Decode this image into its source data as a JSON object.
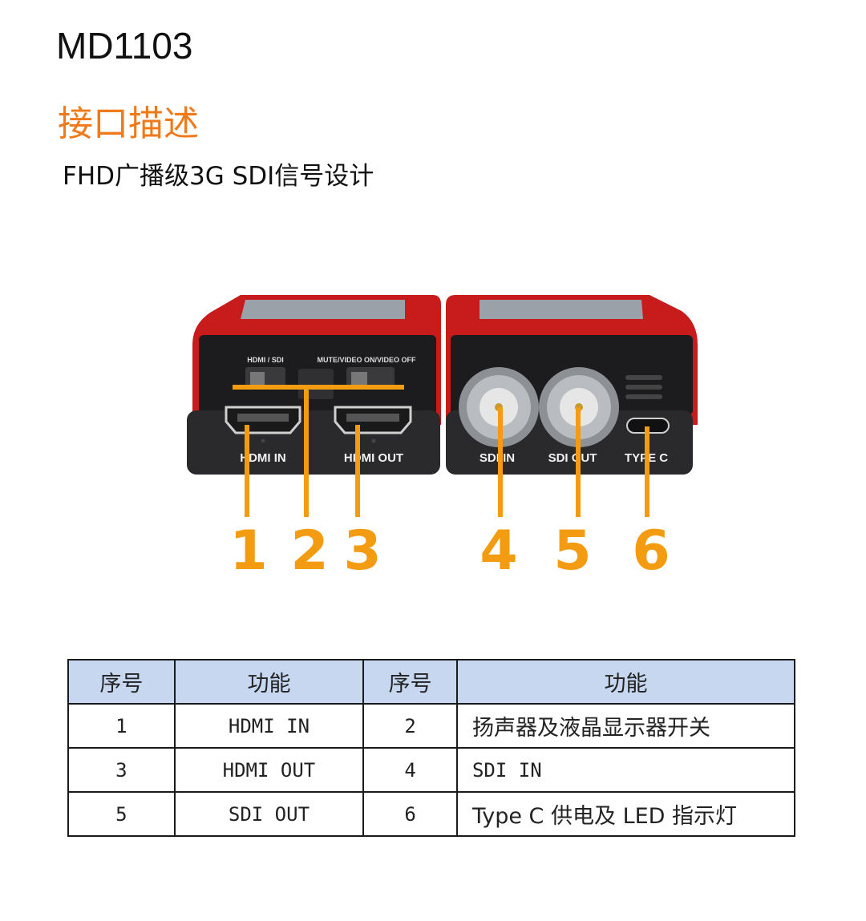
{
  "header": {
    "model": "MD1103",
    "section_title": "接口描述",
    "subtitle": "FHD广播级3G SDI信号设计"
  },
  "device": {
    "left_panel": {
      "switch_label_1": "HDMI / SDI",
      "switch_label_2": "MUTE/VIDEO ON/VIDEO OFF",
      "port_1": "HDMI IN",
      "port_2": "HDMI OUT"
    },
    "right_panel": {
      "port_1": "SDI IN",
      "port_2": "SDI OUT",
      "port_3": "TYPE C"
    },
    "callouts": [
      "1",
      "2",
      "3",
      "4",
      "5",
      "6"
    ],
    "accent_color": "#f39c12",
    "body_color": "#d42020"
  },
  "table": {
    "headers": [
      "序号",
      "功能",
      "序号",
      "功能"
    ],
    "rows": [
      {
        "n1": "1",
        "f1": "HDMI IN",
        "n2": "2",
        "f2": "扬声器及液晶显示器开关"
      },
      {
        "n1": "3",
        "f1": "HDMI OUT",
        "n2": "4",
        "f2": "SDI IN"
      },
      {
        "n1": "5",
        "f1": "SDI OUT",
        "n2": "6",
        "f2": "Type C 供电及 LED 指示灯"
      }
    ]
  }
}
